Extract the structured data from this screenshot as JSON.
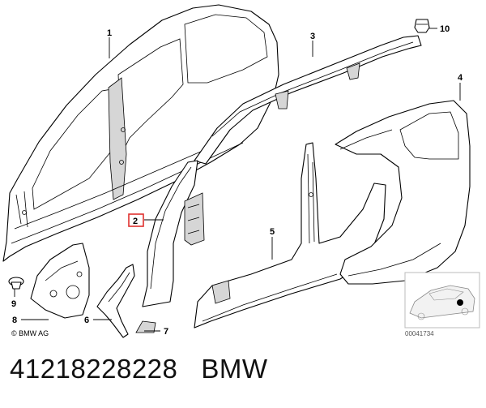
{
  "labels": {
    "l1": "1",
    "l2": "2",
    "l3": "3",
    "l4": "4",
    "l5": "5",
    "l6": "6",
    "l7": "7",
    "l8": "8",
    "l9": "9",
    "l10": "10"
  },
  "copyright": "© BMW AG",
  "thumbnail_code": "00041734",
  "caption": {
    "part_number": "41218228228",
    "brand": "BMW"
  },
  "colors": {
    "highlight": "#e0312f",
    "line": "#000000",
    "background": "#ffffff"
  }
}
